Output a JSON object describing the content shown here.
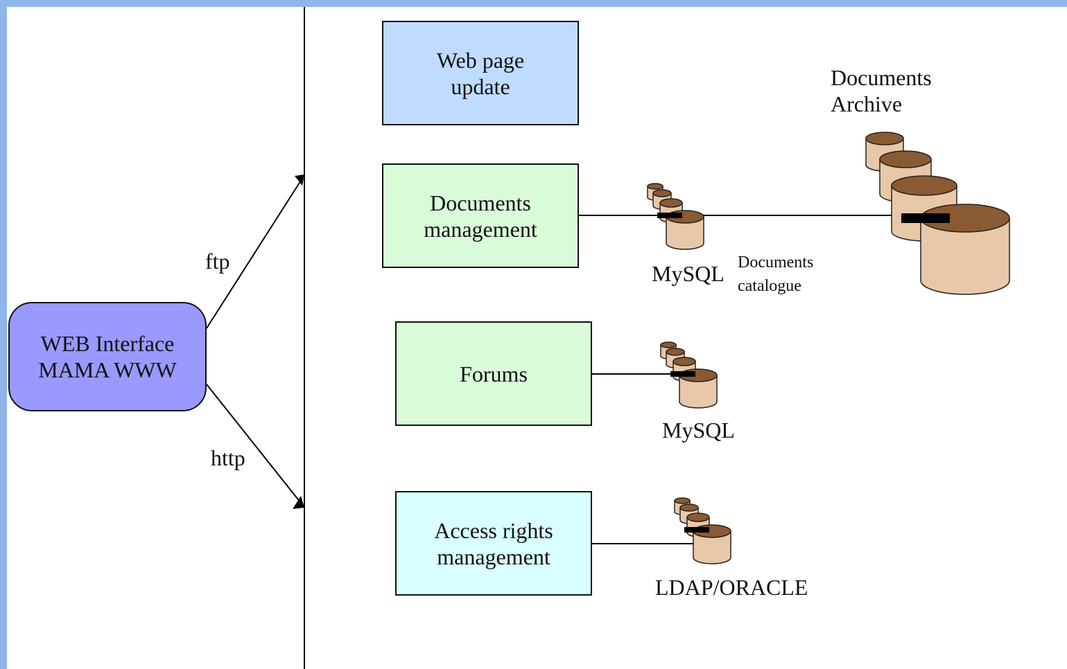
{
  "diagram": {
    "colors": {
      "backdrop": "#8fb6e8",
      "canvas": "#ffffff",
      "web_interface_fill": "#9999ff",
      "web_page_update_fill": "#bfdbff",
      "documents_management_fill": "#d9fbd9",
      "forums_fill": "#d9fbd9",
      "access_rights_fill": "#d9ffff",
      "db_body": "#e8c8a8",
      "db_top": "#8a5a32"
    },
    "web_interface": {
      "line1": "WEB Interface",
      "line2": "MAMA WWW"
    },
    "edges": {
      "ftp_label": "ftp",
      "http_label": "http"
    },
    "boxes": {
      "web_page_update": {
        "line1": "Web page",
        "line2": "update"
      },
      "documents_management": {
        "line1": "Documents",
        "line2": "management"
      },
      "forums": {
        "line1": "Forums"
      },
      "access_rights": {
        "line1": "Access rights",
        "line2": "management"
      }
    },
    "databases": {
      "documents_mysql": {
        "label": "MySQL",
        "icon": "database-stack-icon"
      },
      "documents_catalogue": {
        "line1": "Documents",
        "line2": "catalogue"
      },
      "forums_mysql": {
        "label": "MySQL",
        "icon": "database-stack-icon"
      },
      "access_ldap": {
        "label": "LDAP/ORACLE",
        "icon": "database-stack-icon"
      },
      "archive": {
        "line1": "Documents",
        "line2": "Archive",
        "icon": "database-stack-icon"
      }
    }
  }
}
